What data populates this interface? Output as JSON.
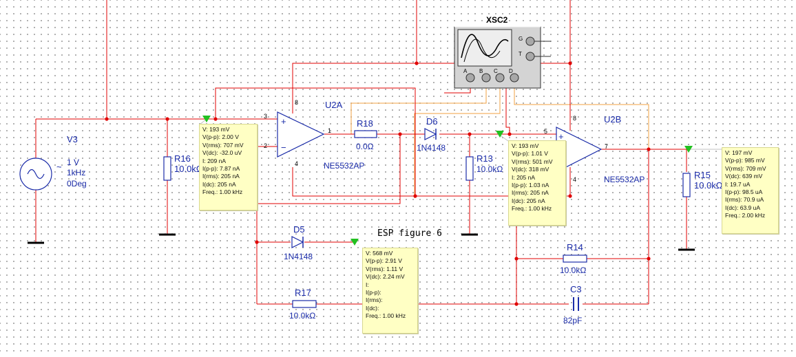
{
  "components": {
    "oscilloscope": {
      "ref": "XSC2",
      "channels": [
        "A",
        "B",
        "C",
        "D"
      ],
      "aux": [
        "G",
        "T"
      ]
    },
    "source": {
      "ref": "V3",
      "amplitude": "1 V",
      "frequency": "1kHz",
      "phase": "0Deg"
    },
    "opamp_a": {
      "ref": "U2A",
      "part": "NE5532AP",
      "pins": {
        "noninv": "3",
        "inv": "2",
        "out": "1",
        "vplus": "8",
        "vminus": "4"
      }
    },
    "opamp_b": {
      "ref": "U2B",
      "part": "NE5532AP",
      "pins": {
        "noninv": "5",
        "out": "7",
        "vplus": "8",
        "vminus": "4"
      }
    },
    "r18": {
      "ref": "R18",
      "value": "0.0Ω"
    },
    "r16": {
      "ref": "R16",
      "value": "10.0kΩ"
    },
    "r13": {
      "ref": "R13",
      "value": "10.0kΩ"
    },
    "r15": {
      "ref": "R15",
      "value": "10.0kΩ"
    },
    "r14": {
      "ref": "R14",
      "value": "10.0kΩ"
    },
    "r17": {
      "ref": "R17",
      "value": "10.0kΩ"
    },
    "d6": {
      "ref": "D6",
      "part": "1N4148"
    },
    "d5": {
      "ref": "D5",
      "part": "1N4148"
    },
    "c3": {
      "ref": "C3",
      "value": "82pF"
    }
  },
  "annotation": "ESP figure 6",
  "probes": {
    "probe1": [
      "V: 193 mV",
      "V(p-p): 2.00 V",
      "V(rms): 707 mV",
      "V(dc): -32.0 uV",
      "I: 209 nA",
      "I(p-p): 7.87 nA",
      "I(rms): 205 nA",
      "I(dc): 205 nA",
      "Freq.: 1.00 kHz"
    ],
    "probe2": [
      "V: 193 mV",
      "V(p-p): 1.01 V",
      "V(rms): 501 mV",
      "V(dc): 318 mV",
      "I: 205 nA",
      "I(p-p): 1.03 nA",
      "I(rms): 205 nA",
      "I(dc): 205 nA",
      "Freq.: 1.00 kHz"
    ],
    "probe3": [
      "V: 568 mV",
      "V(p-p): 2.91 V",
      "V(rms): 1.11 V",
      "V(dc): 2.24 mV",
      "I:",
      "I(p-p):",
      "I(rms):",
      "I(dc):",
      "Freq.: 1.00 kHz"
    ],
    "probe4": [
      "V: 197 mV",
      "V(p-p): 985 mV",
      "V(rms): 709 mV",
      "V(dc): 639 mV",
      "I: 19.7 uA",
      "I(p-p): 98.5 uA",
      "I(rms): 70.9 uA",
      "I(dc): 63.9 uA",
      "Freq.: 2.00 kHz"
    ]
  },
  "colors": {
    "wire_red": "#e00000",
    "wire_orange": "#f0a040",
    "component_blue": "#1a2ba8",
    "label_blue": "#1a2ba8",
    "probe_bg": "#ffffc4",
    "probe_marker": "#22c020",
    "grid_dot": "#9a9a9a"
  }
}
